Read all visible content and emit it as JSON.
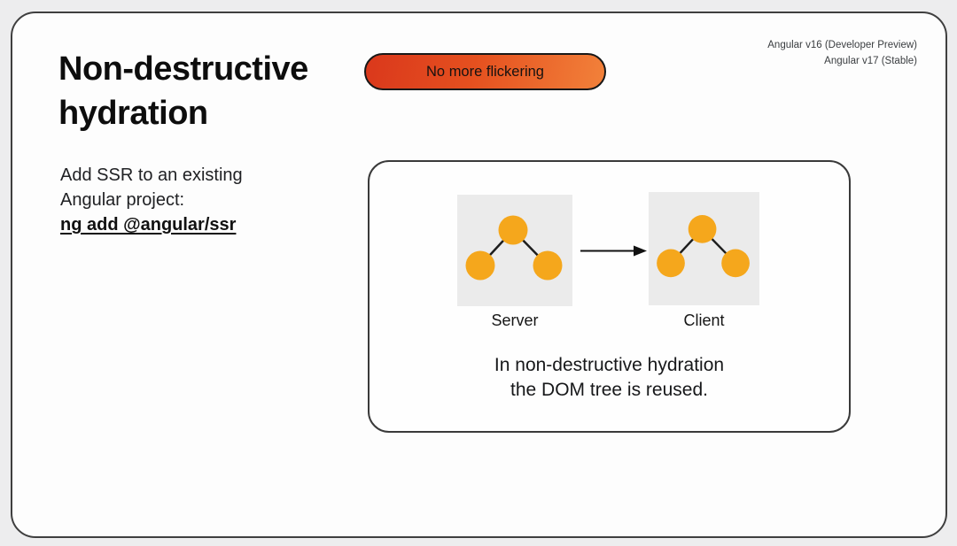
{
  "slide": {
    "version_note_line1": "Angular v16 (Developer Preview)",
    "version_note_line2": "Angular v17 (Stable)",
    "title": "Non-destructive hydration",
    "badge": {
      "label": "No more flickering",
      "gradient_start": "#da381c",
      "gradient_end": "#f2813a"
    },
    "note": {
      "text": "Add SSR to an existing Angular project:",
      "code": "ng add @angular/ssr"
    },
    "diagram": {
      "server_label": "Server",
      "client_label": "Client",
      "caption_line1": "In non-destructive hydration",
      "caption_line2": "the DOM tree is reused.",
      "node_color": "#F5A71C",
      "edge_color": "#1d1d1d",
      "box_color": "#ebebeb"
    }
  }
}
